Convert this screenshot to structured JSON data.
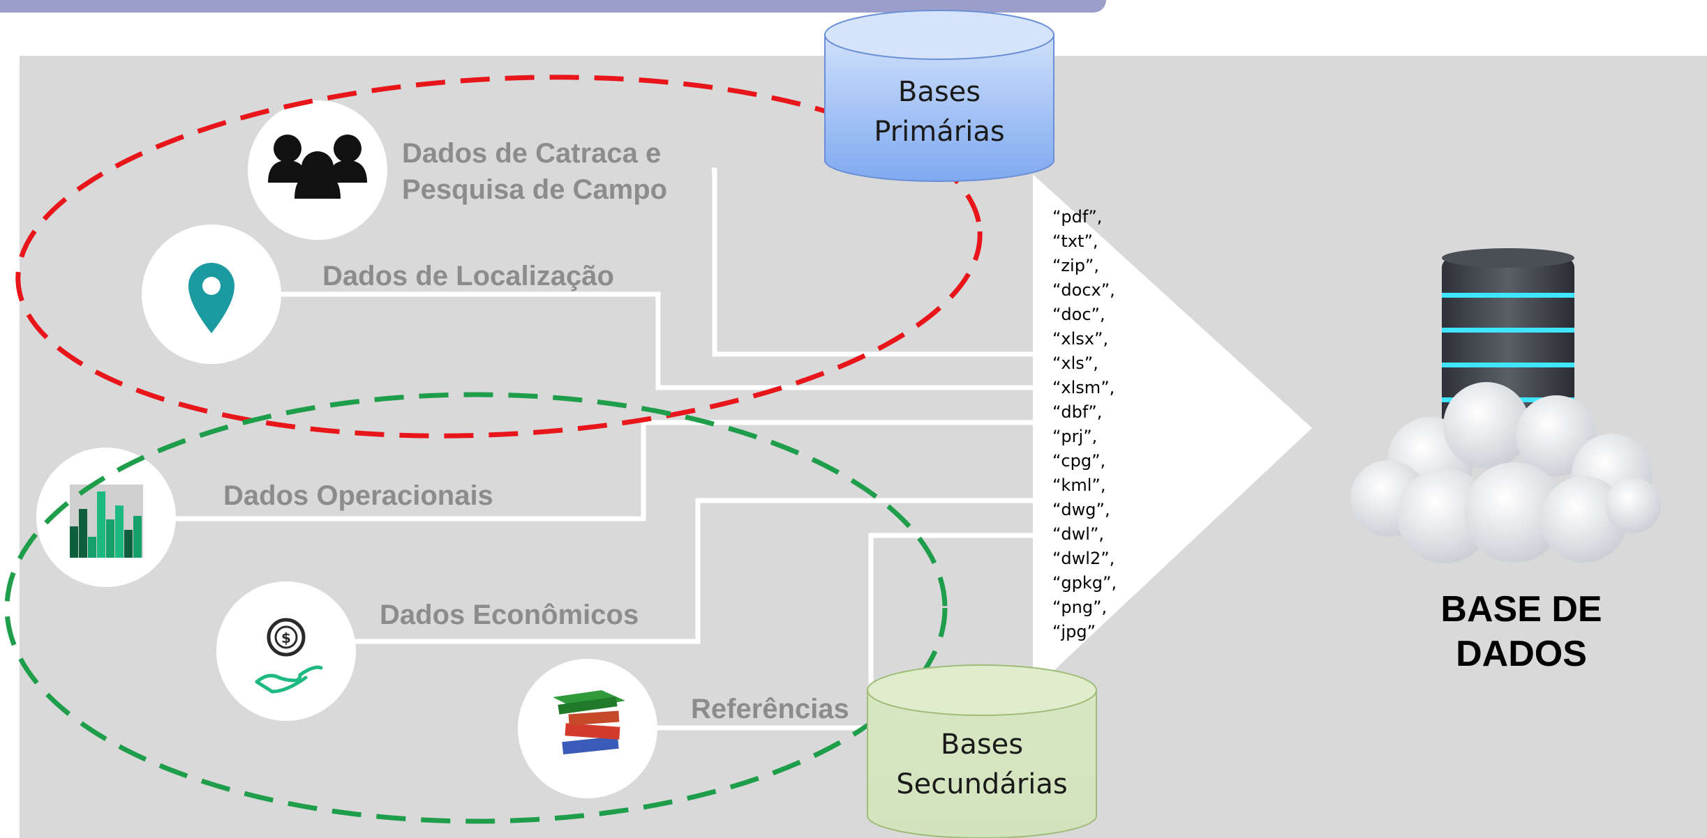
{
  "primary_db": {
    "line1": "Bases",
    "line2": "Primárias"
  },
  "secondary_db": {
    "line1": "Bases",
    "line2": "Secundárias"
  },
  "sources": {
    "catraca": {
      "line1": "Dados de Catraca e",
      "line2": "Pesquisa de Campo",
      "icon": "people-group-icon"
    },
    "localizacao": {
      "label": "Dados de Localização",
      "icon": "location-pin-icon"
    },
    "operacionais": {
      "label": "Dados Operacionais",
      "icon": "bar-chart-icon"
    },
    "economicos": {
      "label": "Dados Econômicos",
      "icon": "money-hand-icon"
    },
    "referencias": {
      "label": "Referências",
      "icon": "books-icon"
    }
  },
  "formats": [
    "“pdf”,",
    "“txt”,",
    "“zip”,",
    "“docx”,",
    "“doc”,",
    "“xlsx”,",
    "“xls”,",
    "“xlsm”,",
    "“dbf”,",
    "“prj”,",
    "“cpg”,",
    "“kml”,",
    "“dwg”,",
    "“dwl”,",
    "“dwl2”,",
    "“gpkg”,",
    "“png”,",
    "“jpg”"
  ],
  "database": {
    "line1": "BASE DE",
    "line2": "DADOS",
    "icon": "cloud-database-icon"
  },
  "colors": {
    "primary_group": "#e8161b",
    "secondary_group": "#1e9e4a",
    "pin": "#1b9aa0",
    "chart": "#1db980"
  }
}
